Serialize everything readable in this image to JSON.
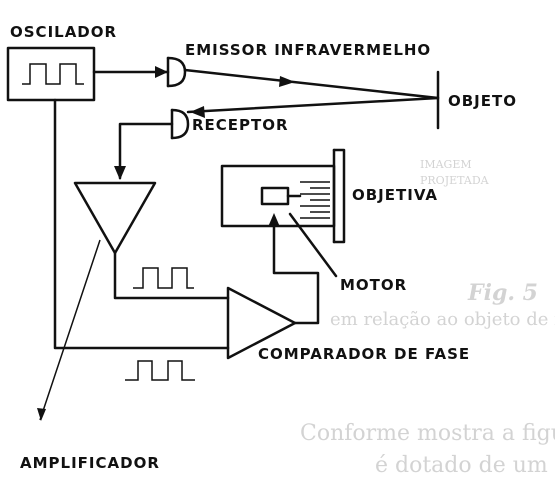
{
  "labels": {
    "oscillator": "OSCILADOR",
    "emitter": "EMISSOR INFRAVERMELHO",
    "object": "OBJETO",
    "receiver": "RECEPTOR",
    "objective": "OBJETIVA",
    "motor": "MOTOR",
    "phase_comparator": "COMPARADOR DE FASE",
    "amplifier": "AMPLIFICADOR"
  },
  "background_text": {
    "fig_caption": "Fig. 5",
    "fig_text": "em relação ao objeto de fot",
    "body_line1": "Conforme mostra a figura",
    "body_line2": "é dotado de um diodo",
    "img_word": "IMAGEM",
    "proj_word": "PROJETADA"
  }
}
